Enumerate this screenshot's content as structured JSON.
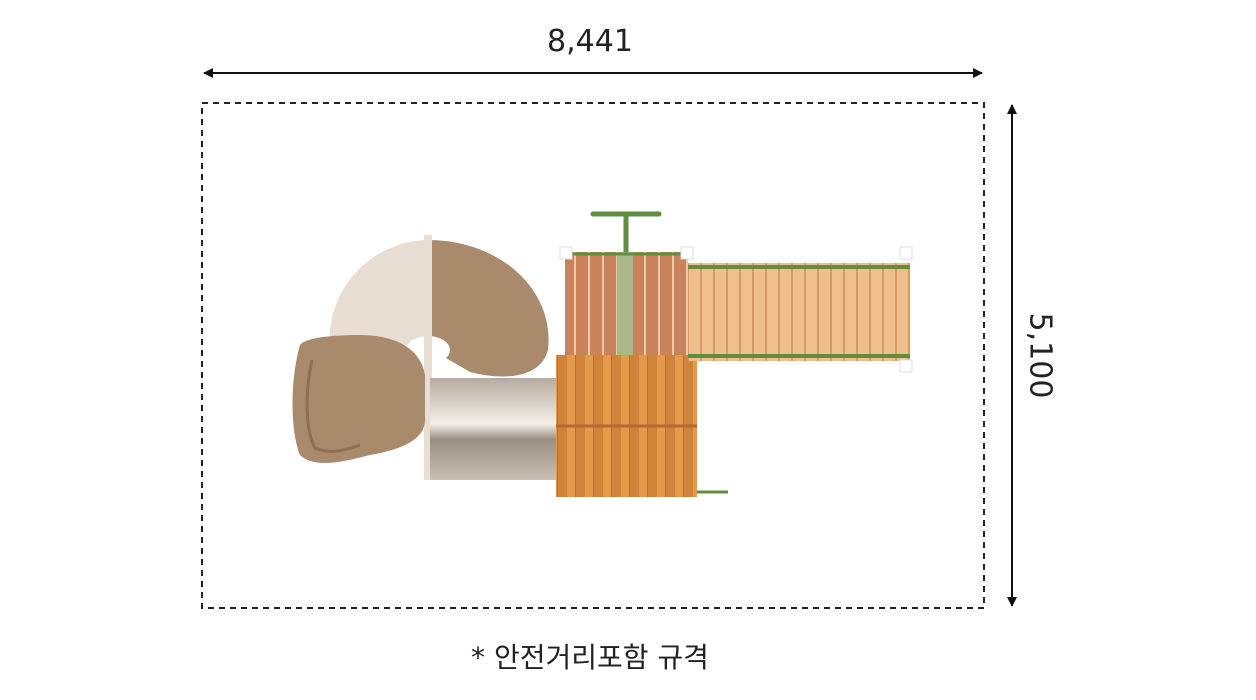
{
  "dimensions": {
    "width_label": "8,441",
    "height_label": "5,100"
  },
  "caption": "* 안전거리포함 규격",
  "colors": {
    "wood_light": "#e9b47c",
    "wood_dark": "#d38a3c",
    "frame_green": "#5f8f3c",
    "slide_brown": "#a98a6c",
    "slide_beige": "#e7ddd2"
  }
}
